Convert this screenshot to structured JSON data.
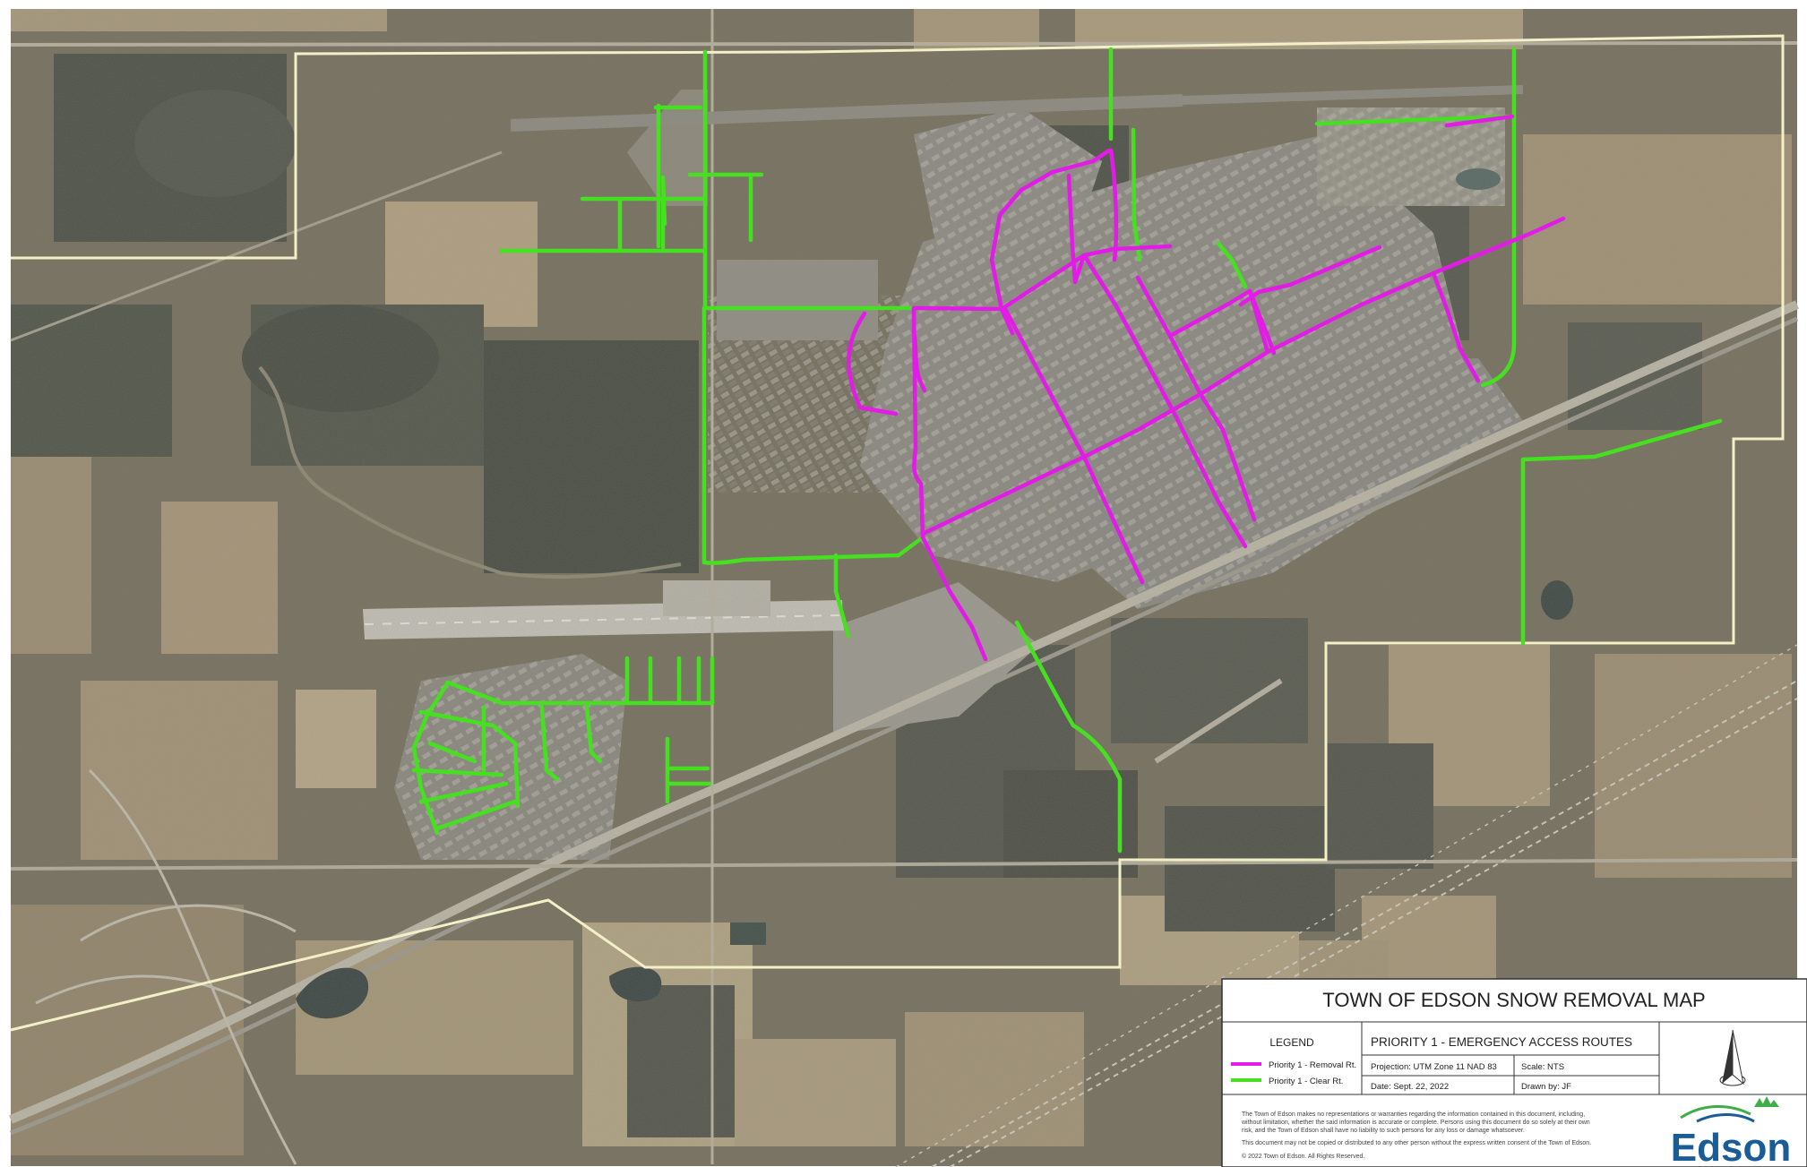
{
  "title_block": {
    "title": "TOWN OF EDSON SNOW REMOVAL MAP",
    "legend_heading": "LEGEND",
    "legend_items": [
      {
        "label": "Priority 1 - Removal Rt.",
        "color": "#e21ce6"
      },
      {
        "label": "Priority 1 - Clear Rt.",
        "color": "#45e01f"
      }
    ],
    "subtitle": "PRIORITY 1 - EMERGENCY ACCESS ROUTES",
    "projection": "Projection: UTM Zone 11 NAD 83",
    "scale": "Scale: NTS",
    "date": "Date: Sept. 22, 2022",
    "drawn_by": "Drawn by: JF",
    "disclaimer_lines": [
      "The Town of Edson makes no representations or warranties regarding the information contained in this document, including,",
      "without limitation, whether the said information is accurate or complete. Persons using this document do so solely at their own",
      "risk, and the Town of Edson shall have no liability to such persons for any loss or damage whatsoever.",
      "This document may not be copied or distributed to any other person without the express written consent of the Town of Edson.",
      "© 2022 Town of Edson. All Rights Reserved."
    ],
    "logo_text": "Edson"
  },
  "colors": {
    "removal_route": "#e21ce6",
    "clear_route": "#45e01f",
    "town_boundary": "#f3f0c8",
    "logo_blue": "#1a5c97",
    "logo_green": "#3fae49"
  },
  "icons": {
    "north_arrow": "north-arrow-icon",
    "logo": "edson-logo"
  }
}
